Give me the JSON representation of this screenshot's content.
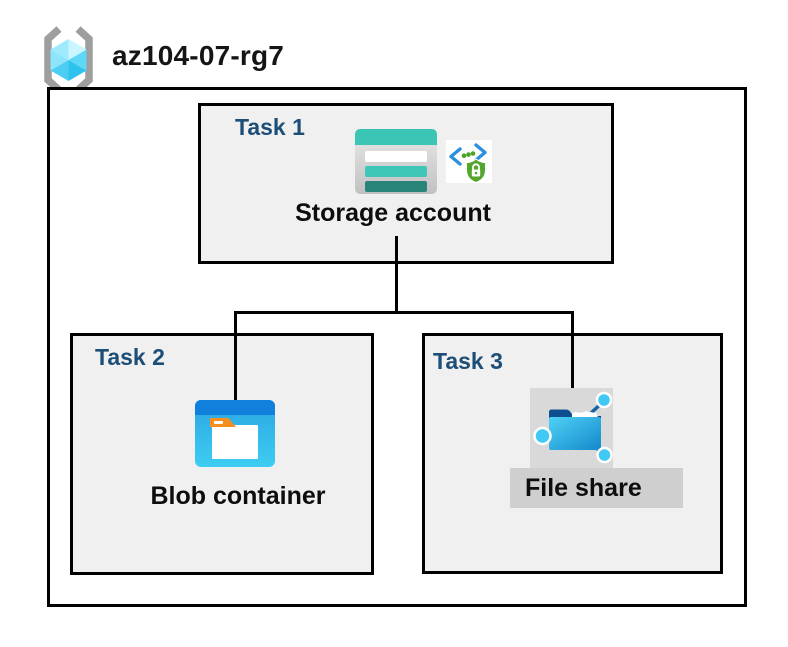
{
  "resource_group": {
    "name": "az104-07-rg7",
    "icon": "resource-group-icon"
  },
  "tasks": [
    {
      "label": "Task 1",
      "resource": "Storage account",
      "icons": [
        "storage-account-icon",
        "secure-access-icon"
      ]
    },
    {
      "label": "Task 2",
      "resource": "Blob container",
      "icons": [
        "blob-container-icon"
      ]
    },
    {
      "label": "Task 3",
      "resource": "File share",
      "icons": [
        "file-share-icon"
      ]
    }
  ],
  "connections": [
    {
      "from": "Storage account",
      "to": "Blob container"
    },
    {
      "from": "Storage account",
      "to": "File share"
    }
  ],
  "colors": {
    "task_label_navy": "#1d4e77",
    "task_box_fill": "#f0f0f0",
    "diagram_border": "#000000",
    "storage_teal": "#3bc5b4",
    "storage_teal_dark": "#2a8579",
    "blob_header_blue": "#1180dc",
    "blob_body_blue": "#38c0ee",
    "folder_navy": "#0d4e8f",
    "node_cyan": "#3fc9f4",
    "chevron_blue": "#2b8fe0",
    "shield_green": "#55a62f",
    "rg_bracket_gray": "#9e9e9e",
    "cube_cyan": "#4ccef4",
    "fileshare_icon_bg": "#d9d9d9",
    "fileshare_label_bg": "#cfcfcf"
  }
}
